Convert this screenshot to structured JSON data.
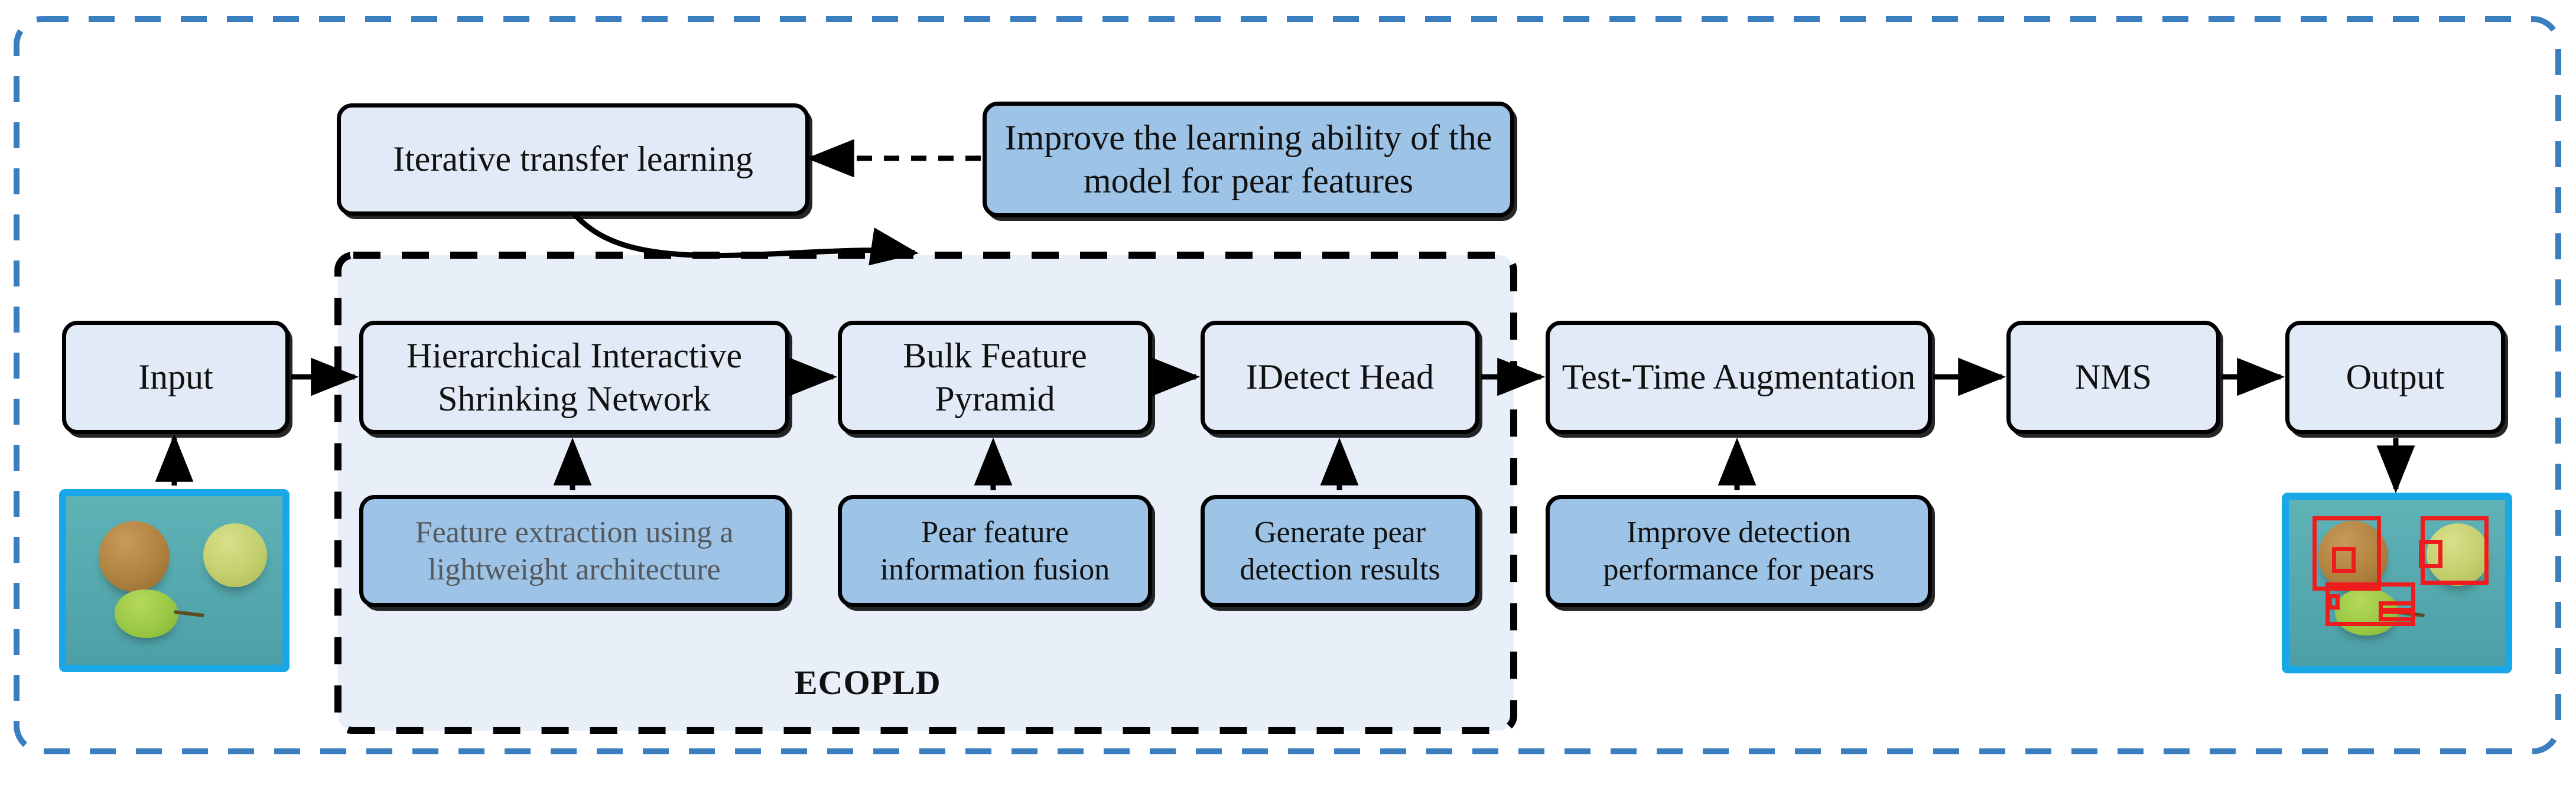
{
  "figure": {
    "system_name": "ECOPLD",
    "outer_border_color": "#3b7ebf",
    "node_fill_light": "#e1eaf6",
    "node_fill_dark": "#9dc3e6",
    "module_region_fill": "#e9eff9",
    "bbox_color": "#ee1c1c",
    "photo_border_color": "#18a8e8"
  },
  "top_row": {
    "iterative_transfer_learning": "Iterative transfer learning",
    "improve_learning_ability": "Improve the learning ability of the model for pear features"
  },
  "pipeline": [
    {
      "id": "input",
      "label": "Input"
    },
    {
      "id": "hisn",
      "label": "Hierarchical Interactive Shrinking Network"
    },
    {
      "id": "bfp",
      "label": "Bulk Feature Pyramid"
    },
    {
      "id": "idetect",
      "label": "IDetect Head"
    },
    {
      "id": "tta",
      "label": "Test-Time Augmentation"
    },
    {
      "id": "nms",
      "label": "NMS"
    },
    {
      "id": "output",
      "label": "Output"
    }
  ],
  "annotations": [
    {
      "id": "ann-hisn",
      "label": "Feature extraction using a lightweight architecture",
      "muted": true
    },
    {
      "id": "ann-bfp",
      "label": "Pear feature information fusion",
      "muted": false
    },
    {
      "id": "ann-idetect",
      "label": "Generate pear detection results",
      "muted": false
    },
    {
      "id": "ann-tta",
      "label": "Improve detection performance for pears",
      "muted": false
    }
  ],
  "module_box": {
    "caption": "ECOPLD"
  },
  "images": {
    "input_photo_alt": "three pears on teal background",
    "output_photo_alt": "three pears with red detection bounding boxes"
  }
}
